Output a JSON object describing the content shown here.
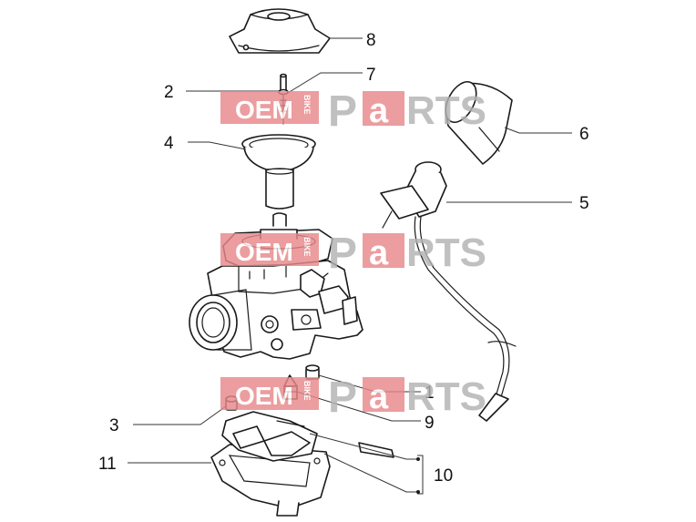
{
  "watermark": {
    "oem": "OEM",
    "bike": "BIKE",
    "p": "P",
    "a": "a",
    "rts": "RTS",
    "box_color": "#e8888a",
    "text_color": "#b3b3b3",
    "a_color": "#e05a5c"
  },
  "callouts": [
    "8",
    "2",
    "7",
    "4",
    "6",
    "5",
    "1",
    "9",
    "3",
    "11",
    "10"
  ],
  "colors": {
    "line": "#1a1a1a",
    "leader": "#333333",
    "background": "#ffffff"
  }
}
